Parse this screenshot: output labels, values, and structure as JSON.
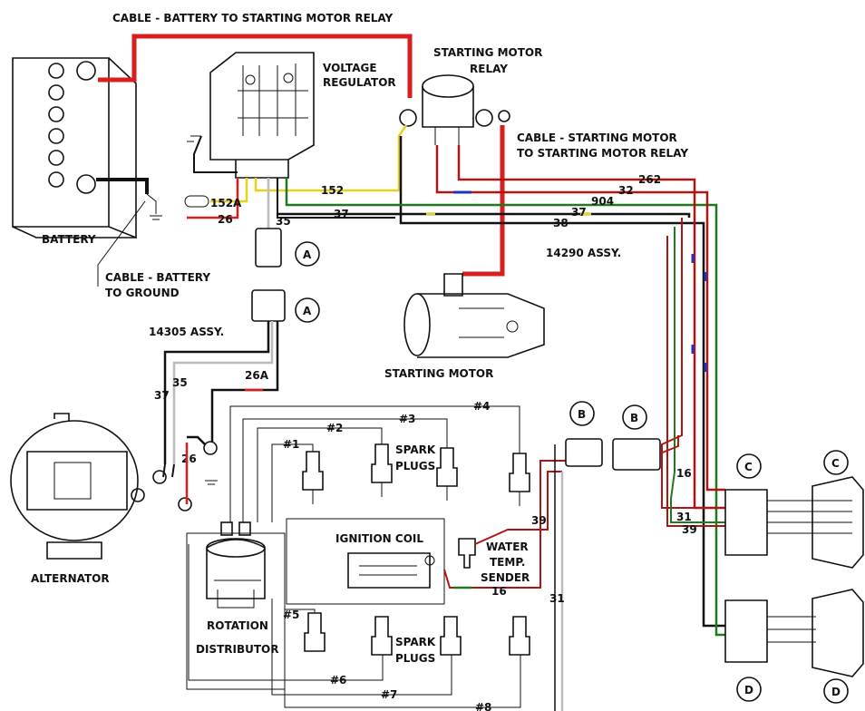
{
  "labels": {
    "cable_battery_relay": "CABLE - BATTERY TO STARTING MOTOR RELAY",
    "starting_motor_relay_1": "STARTING MOTOR",
    "starting_motor_relay_2": "RELAY",
    "voltage_regulator_1": "VOLTAGE",
    "voltage_regulator_2": "REGULATOR",
    "cable_starting_motor_1": "CABLE - STARTING MOTOR",
    "cable_starting_motor_2": "TO STARTING MOTOR RELAY",
    "battery": "BATTERY",
    "cable_battery_ground_1": "CABLE - BATTERY",
    "cable_battery_ground_2": "TO GROUND",
    "assy_14290": "14290 ASSY.",
    "assy_14305": "14305 ASSY.",
    "starting_motor": "STARTING MOTOR",
    "alternator": "ALTERNATOR",
    "spark_plugs_top_1": "SPARK",
    "spark_plugs_top_2": "PLUGS",
    "ignition_coil": "IGNITION COIL",
    "water_temp_1": "WATER",
    "water_temp_2": "TEMP.",
    "water_temp_3": "SENDER",
    "rotation": "ROTATION",
    "distributor": "DISTRIBUTOR",
    "spark_plugs_bottom_1": "SPARK",
    "spark_plugs_bottom_2": "PLUGS"
  },
  "wires": {
    "w152": "152",
    "w152a": "152A",
    "w26": "26",
    "w35": "35",
    "w37": "37",
    "w38": "38",
    "w262": "262",
    "w32": "32",
    "w904": "904",
    "w37r": "37",
    "w37_left": "37",
    "w35_left": "35",
    "w26a": "26A",
    "w26_alt": "26",
    "w16_right": "16",
    "w31_right": "31",
    "w39_right": "39",
    "w39_mid": "39",
    "w16_bottom": "16",
    "w31_bottom": "31"
  },
  "plugs": {
    "p1": "#1",
    "p2": "#2",
    "p3": "#3",
    "p4": "#4",
    "p5": "#5",
    "p6": "#6",
    "p7": "#7",
    "p8": "#8"
  },
  "connectors": {
    "a_top": "A",
    "a_bottom": "A",
    "b_left": "B",
    "b_right": "B",
    "c_left": "C",
    "c_right": "C",
    "d_left": "D",
    "d_right": "D"
  },
  "colors": {
    "red": "#d81e1e",
    "black": "#111111",
    "green": "#1f7a1f",
    "yellow": "#e6d21a",
    "blue": "#2233bb",
    "white_wire": "#bbbbbb",
    "red_dark": "#b01515"
  }
}
